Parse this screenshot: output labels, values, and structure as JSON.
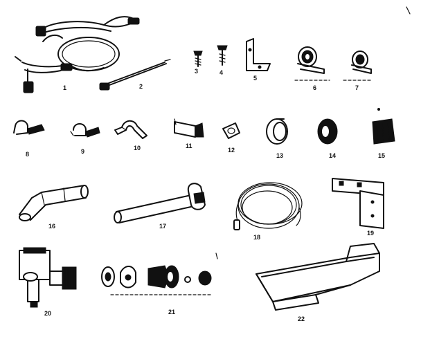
{
  "parts": [
    {
      "id": "p1",
      "label": "1"
    },
    {
      "id": "p2",
      "label": "2"
    },
    {
      "id": "p3",
      "label": "3"
    },
    {
      "id": "p4",
      "label": "4"
    },
    {
      "id": "p5",
      "label": "5"
    },
    {
      "id": "p6",
      "label": "6"
    },
    {
      "id": "p7",
      "label": "7"
    },
    {
      "id": "p8",
      "label": "8"
    },
    {
      "id": "p9",
      "label": "9"
    },
    {
      "id": "p10",
      "label": "10"
    },
    {
      "id": "p11",
      "label": "11"
    },
    {
      "id": "p12",
      "label": "12"
    },
    {
      "id": "p13",
      "label": "13"
    },
    {
      "id": "p14",
      "label": "14"
    },
    {
      "id": "p15",
      "label": "15"
    },
    {
      "id": "p16",
      "label": "16"
    },
    {
      "id": "p17",
      "label": "17"
    },
    {
      "id": "p18",
      "label": "18"
    },
    {
      "id": "p19",
      "label": "19"
    },
    {
      "id": "p20",
      "label": "20"
    },
    {
      "id": "p21",
      "label": "21"
    },
    {
      "id": "p22",
      "label": "22"
    }
  ]
}
